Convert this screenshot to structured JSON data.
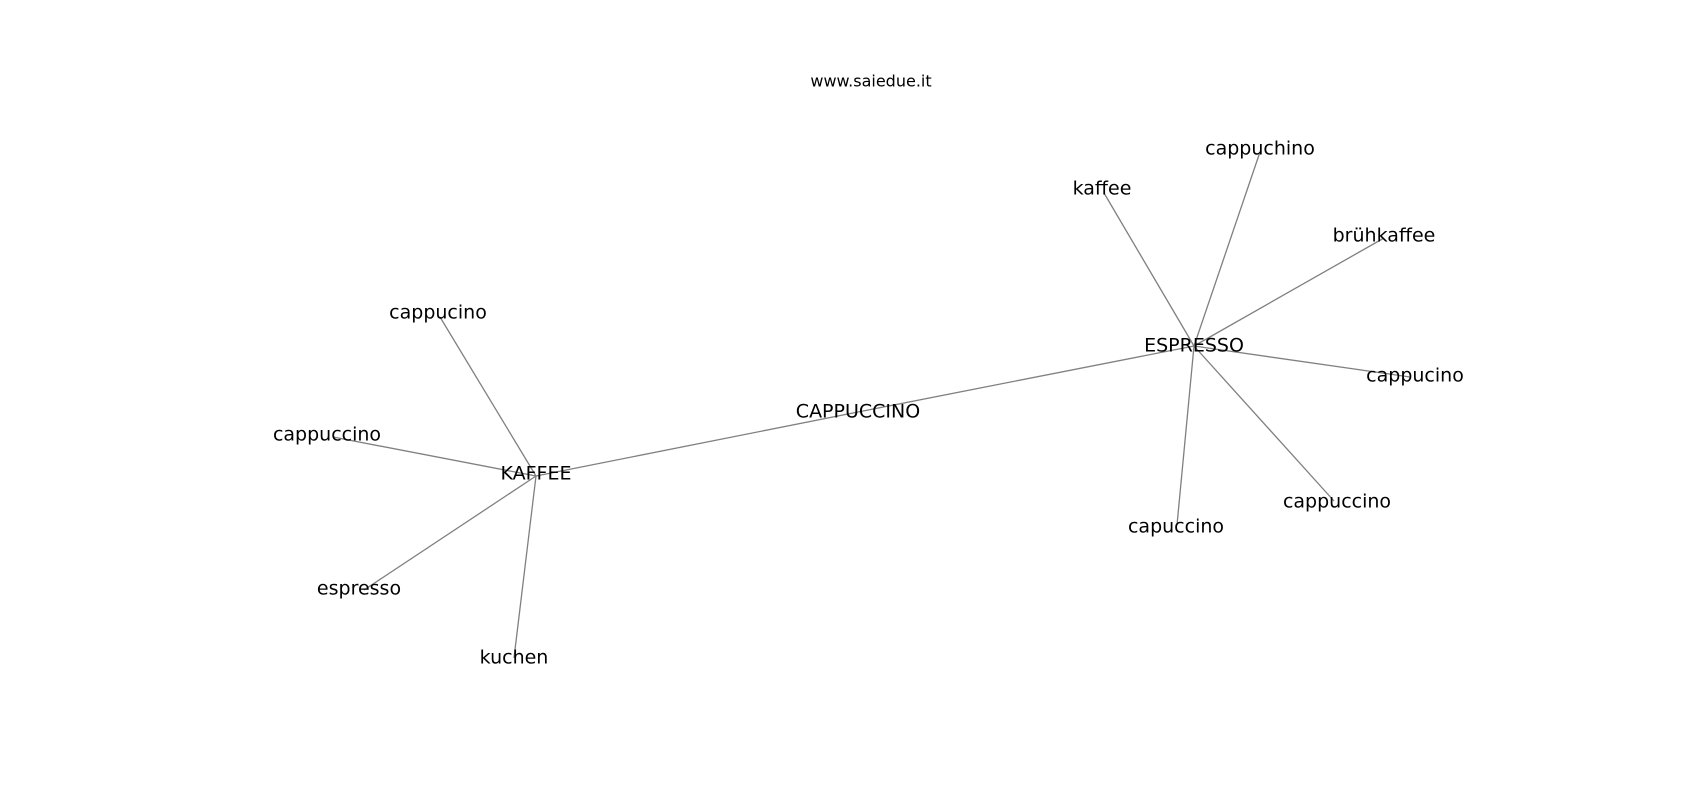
{
  "watermark": "www.saiedue.it",
  "graph": {
    "edge_color": "#808080",
    "text_color": "#000000",
    "hubs": [
      {
        "id": "kaffee_hub",
        "label": "KAFFEE",
        "neighbors": [
          {
            "id": "k_cappucino",
            "label": "cappucino"
          },
          {
            "id": "k_cappuccino",
            "label": "cappuccino"
          },
          {
            "id": "k_espresso",
            "label": "espresso"
          },
          {
            "id": "k_kuchen",
            "label": "kuchen"
          }
        ]
      },
      {
        "id": "cappuccino_hub",
        "label": "CAPPUCCINO",
        "neighbors": []
      },
      {
        "id": "espresso_hub",
        "label": "ESPRESSO",
        "neighbors": [
          {
            "id": "e_kaffee",
            "label": "kaffee"
          },
          {
            "id": "e_cappuchino",
            "label": "cappuchino"
          },
          {
            "id": "e_bruehkaffee",
            "label": "brühkaffee"
          },
          {
            "id": "e_cappucino",
            "label": "cappucino"
          },
          {
            "id": "e_cappuccino",
            "label": "cappuccino"
          },
          {
            "id": "e_capuccino",
            "label": "capuccino"
          }
        ]
      }
    ],
    "edges": [
      [
        "kaffee_hub",
        "k_cappucino"
      ],
      [
        "kaffee_hub",
        "k_cappuccino"
      ],
      [
        "kaffee_hub",
        "k_espresso"
      ],
      [
        "kaffee_hub",
        "k_kuchen"
      ],
      [
        "kaffee_hub",
        "cappuccino_hub"
      ],
      [
        "cappuccino_hub",
        "espresso_hub"
      ],
      [
        "espresso_hub",
        "e_kaffee"
      ],
      [
        "espresso_hub",
        "e_cappuchino"
      ],
      [
        "espresso_hub",
        "e_bruehkaffee"
      ],
      [
        "espresso_hub",
        "e_cappucino"
      ],
      [
        "espresso_hub",
        "e_cappuccino"
      ],
      [
        "espresso_hub",
        "e_capuccino"
      ]
    ]
  }
}
